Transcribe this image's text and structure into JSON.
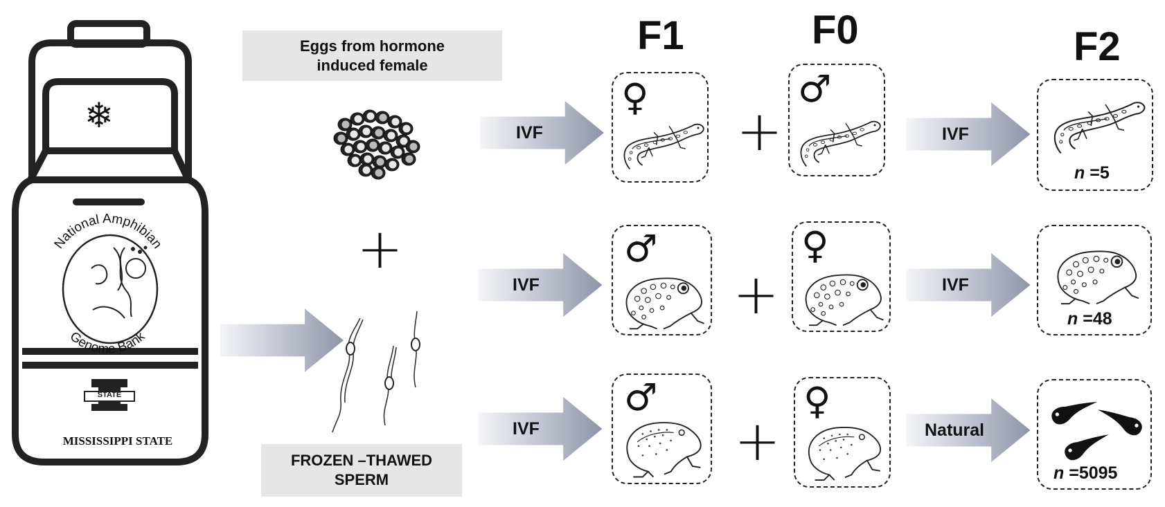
{
  "labels": {
    "eggs": [
      "Eggs from hormone",
      "induced female"
    ],
    "sperm": [
      "FROZEN –THAWED",
      "SPERM"
    ],
    "bank_arc_top": "National Amphibian",
    "bank_arc_bottom": "Genome Bank",
    "university": "MISSISSIPPI STATE",
    "logo_letters": "STATE"
  },
  "headers": {
    "f1": "F1",
    "f0": "F0",
    "f2": "F2"
  },
  "rows": [
    {
      "cross_method_1": "IVF",
      "f1_sex": "♀",
      "f0_sex": "♂",
      "cross_method_2": "IVF",
      "n_symbol": "n",
      "n_value": " =5"
    },
    {
      "cross_method_1": "IVF",
      "f1_sex": "♂",
      "f0_sex": "♀",
      "cross_method_2": "IVF",
      "n_symbol": "n",
      "n_value": " =48"
    },
    {
      "cross_method_1": "IVF",
      "f1_sex": "♂",
      "f0_sex": "♀",
      "cross_method_2": "Natural",
      "n_symbol": "n",
      "n_value": " =5095"
    }
  ],
  "icons": {
    "bank": "cryo-tank-icon",
    "snow": "snowflake-icon",
    "eggs": "egg-cluster-icon",
    "sperm": "sperm-cells-icon",
    "row1_animal": "salamander-icon",
    "row2_animal": "frog-icon",
    "row3_animal": "toad-icon",
    "row3_offspring": "tadpole-icon"
  },
  "colors": {
    "arrow": "#8f95aa",
    "label_bg": "#e6e6e6",
    "outline": "#222222"
  }
}
